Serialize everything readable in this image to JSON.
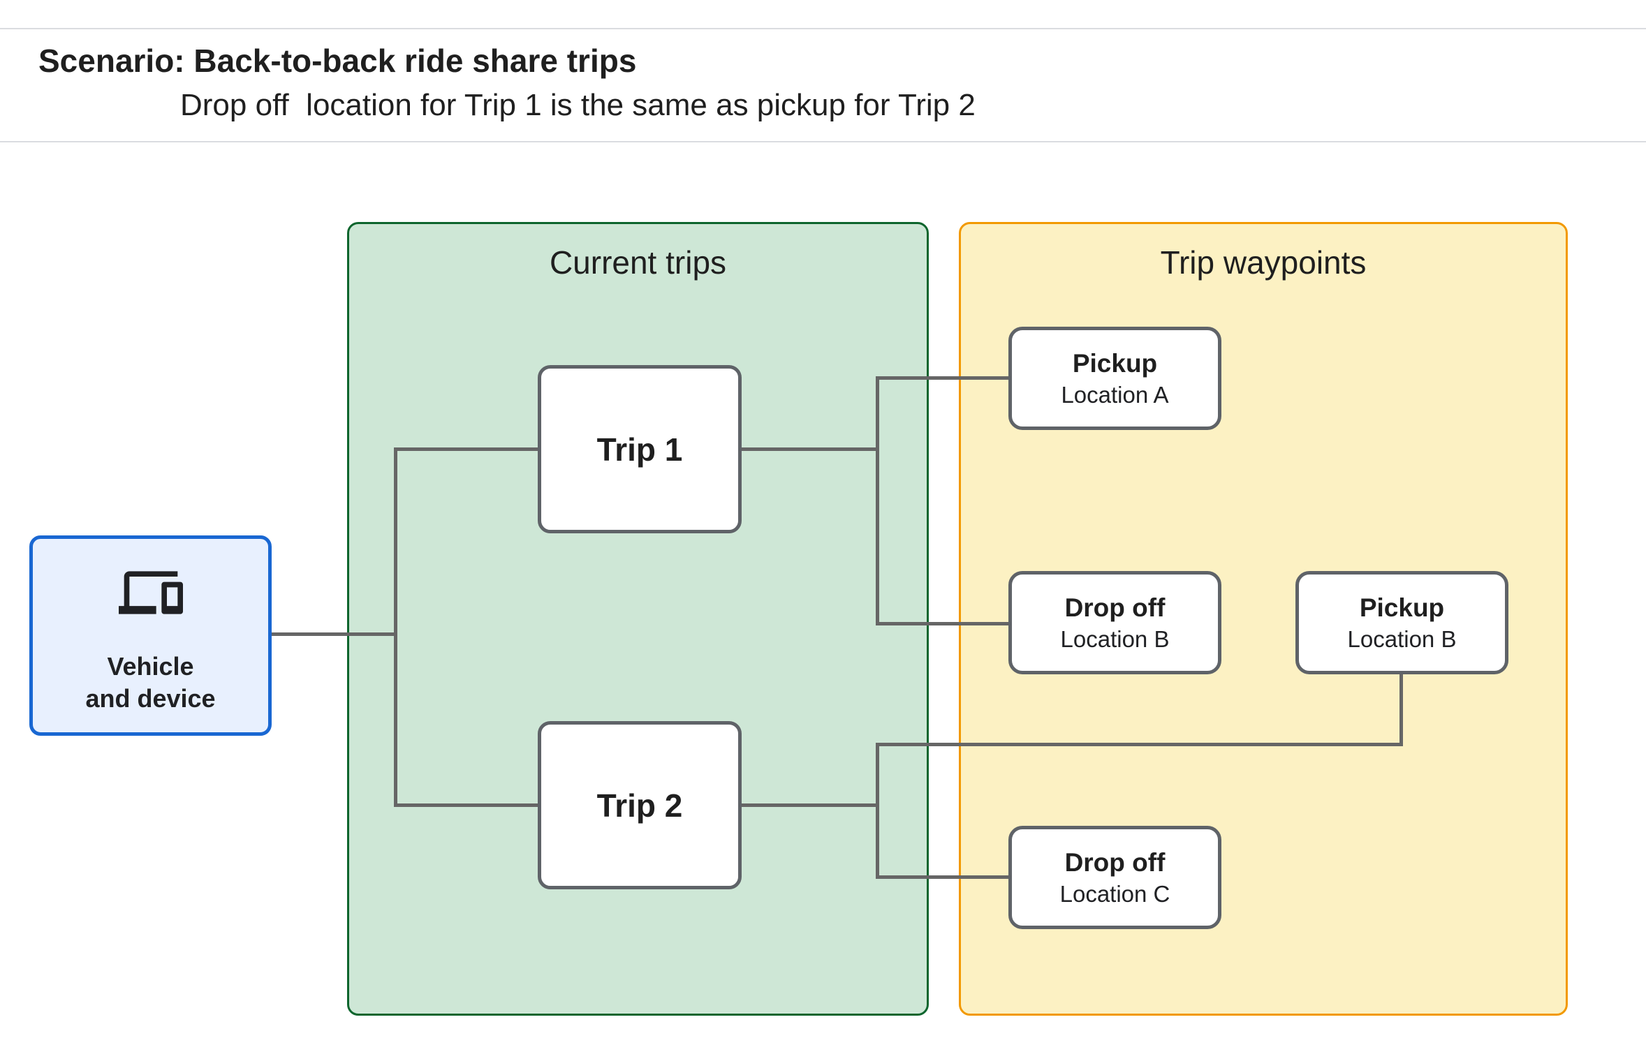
{
  "header": {
    "title": "Scenario: Back-to-back ride share trips",
    "subtitle": "Drop off  location for Trip 1 is the same as pickup for Trip 2"
  },
  "vehicle": {
    "label": "Vehicle\nand device",
    "icon": "devices-icon"
  },
  "groups": {
    "current_trips": {
      "title": "Current trips"
    },
    "trip_waypoints": {
      "title": "Trip waypoints"
    }
  },
  "trips": [
    {
      "label": "Trip 1"
    },
    {
      "label": "Trip 2"
    }
  ],
  "waypoints": [
    {
      "type": "Pickup",
      "location": "Location A"
    },
    {
      "type": "Drop off",
      "location": "Location B"
    },
    {
      "type": "Pickup",
      "location": "Location B"
    },
    {
      "type": "Drop off",
      "location": "Location C"
    }
  ],
  "colors": {
    "text": "#1f1f1f",
    "hairline": "#dadce0",
    "green-fill": "#cee7d6",
    "green-border": "#0d652d",
    "orange-fill": "#fcf1c3",
    "orange-border": "#f29900",
    "blue-fill": "#e8f0fe",
    "blue-border": "#1967d2",
    "node-border": "#5f6368",
    "connector": "#666666"
  }
}
